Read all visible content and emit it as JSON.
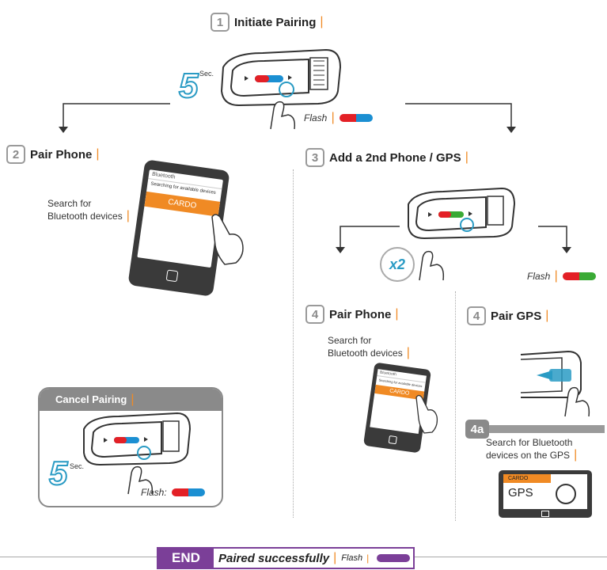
{
  "step1": {
    "number": "1",
    "title": "Initiate Pairing",
    "seconds": "5",
    "seconds_unit": "Sec.",
    "flash_label": "Flash"
  },
  "step2": {
    "number": "2",
    "title": "Pair Phone",
    "instruction_line1": "Search for",
    "instruction_line2": "Bluetooth devices",
    "phone_header": "Bluetooth",
    "phone_searching": "Searching for available devices",
    "phone_device": "CARDO"
  },
  "step3": {
    "number": "3",
    "title": "Add a 2nd Phone / GPS",
    "press_count": "x2",
    "flash_label": "Flash"
  },
  "step4_phone": {
    "number": "4",
    "title": "Pair Phone",
    "instruction_line1": "Search for",
    "instruction_line2": "Bluetooth devices",
    "phone_header": "Bluetooth",
    "phone_searching": "Searching for available devices",
    "phone_device": "CARDO"
  },
  "step4_gps": {
    "number": "4",
    "title": "Pair GPS"
  },
  "step4a": {
    "number": "4a",
    "instruction_line1": "Search for Bluetooth",
    "instruction_line2": "devices on the GPS",
    "gps_device": "CARDO",
    "gps_label": "GPS"
  },
  "cancel": {
    "title": "Cancel Pairing",
    "seconds": "5",
    "seconds_unit": "Sec.",
    "flash_label": "Flash:"
  },
  "end": {
    "label": "END",
    "message": "Paired successfully",
    "flash_label": "Flash"
  },
  "colors": {
    "accent": "#f08a24",
    "red": "#e32026",
    "blue": "#1b8fd2",
    "green": "#3aaa35",
    "purple": "#7b3f98",
    "teal": "#2a9bc4",
    "grey": "#7a7a7a"
  }
}
